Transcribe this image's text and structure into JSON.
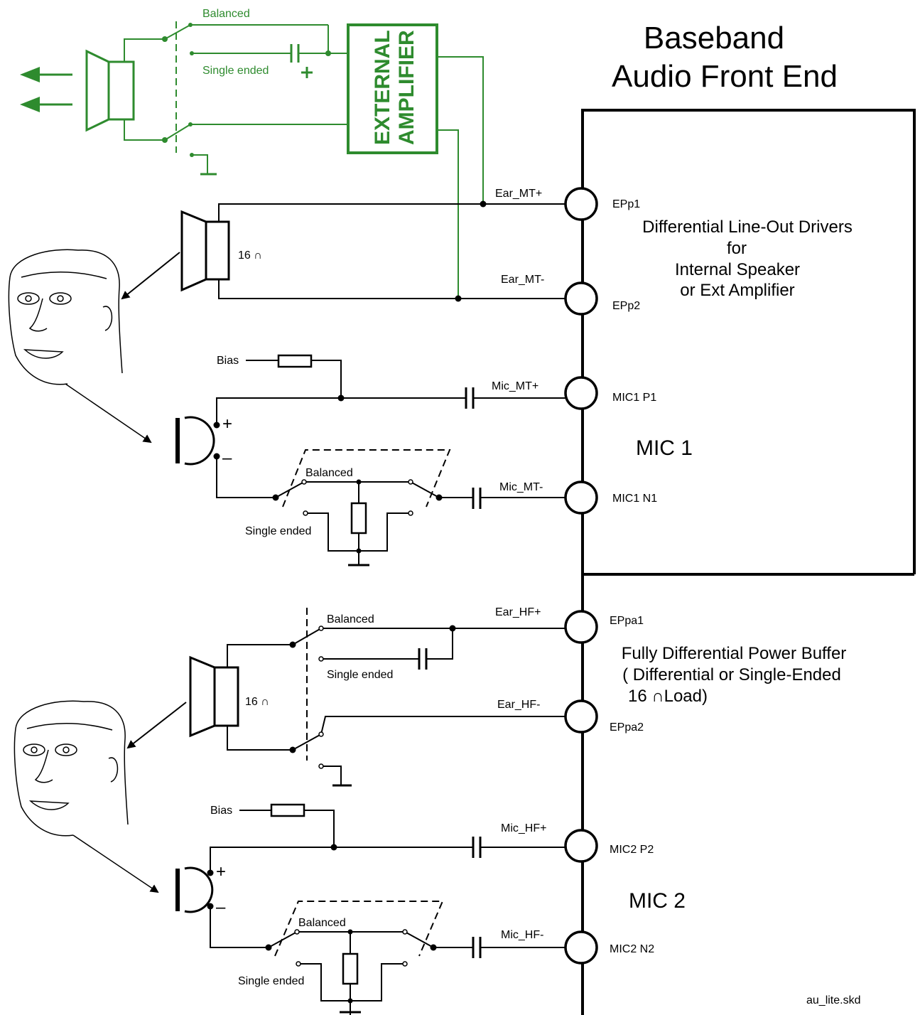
{
  "title": {
    "line1": "Baseband",
    "line2": "Audio Front End"
  },
  "block1": {
    "desc": [
      "Differential Line-Out Drivers",
      "for",
      "Internal Speaker",
      "or  Ext  Amplifier"
    ],
    "section_label": "MIC 1"
  },
  "block2": {
    "desc": [
      "Fully Differential Power Buffer",
      "( Differential or Single-Ended",
      "16 ∩Load)"
    ],
    "section_label": "MIC 2"
  },
  "pins": {
    "epp1": "EPp1",
    "epp2": "EPp2",
    "mic1p1": "MIC1 P1",
    "mic1n1": "MIC1 N1",
    "eppa1": "EPpa1",
    "eppa2": "EPpa2",
    "mic2p2": "MIC2 P2",
    "mic2n2": "MIC2 N2"
  },
  "nets": {
    "ear_mt_p": "Ear_MT+",
    "ear_mt_n": "Ear_MT-",
    "mic_mt_p": "Mic_MT+",
    "mic_mt_n": "Mic_MT-",
    "ear_hf_p": "Ear_HF+",
    "ear_hf_n": "Ear_HF-",
    "mic_hf_p": "Mic_HF+",
    "mic_hf_n": "Mic_HF-"
  },
  "labels": {
    "balanced": "Balanced",
    "single_ended": "Single ended",
    "bias": "Bias",
    "impedance": "16 ∩",
    "plus": "+",
    "minus": "–",
    "external_amp_1": "EXTERNAL",
    "external_amp_2": "AMPLIFIER",
    "filename": "au_lite.skd"
  },
  "colors": {
    "line": "#000000",
    "ext_circuit": "#2e8b2e",
    "background": "#ffffff"
  }
}
